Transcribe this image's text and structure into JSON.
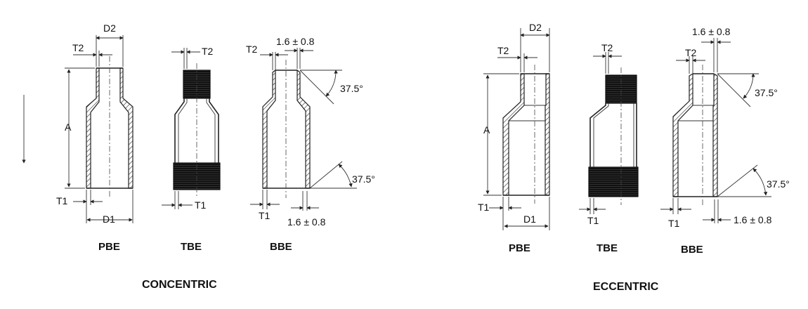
{
  "concentric": {
    "caption": "CONCENTRIC",
    "pbe": {
      "label": "PBE",
      "dim_d2": "D2",
      "dim_t2": "T2",
      "dim_a": "A",
      "dim_t1": "T1",
      "dim_d1": "D1"
    },
    "tbe": {
      "label": "TBE",
      "dim_t2": "T2",
      "dim_t1": "T1"
    },
    "bbe": {
      "label": "BBE",
      "dim_t2": "T2",
      "dim_t1": "T1",
      "land_top": "1.6 ± 0.8",
      "land_bottom": "1.6 ± 0.8",
      "angle_top": "37.5°",
      "angle_bottom": "37.5°"
    }
  },
  "eccentric": {
    "caption": "ECCENTRIC",
    "pbe": {
      "label": "PBE",
      "dim_d2": "D2",
      "dim_t2": "T2",
      "dim_a": "A",
      "dim_t1": "T1",
      "dim_d1": "D1"
    },
    "tbe": {
      "label": "TBE",
      "dim_t2": "T2",
      "dim_t1": "T1"
    },
    "bbe": {
      "label": "BBE",
      "dim_t2": "T2",
      "dim_t1": "T1",
      "land_top": "1.6 ± 0.8",
      "land_bottom": "1.6 ± 0.8",
      "angle_top": "37.5°",
      "angle_bottom": "37.5°"
    }
  }
}
